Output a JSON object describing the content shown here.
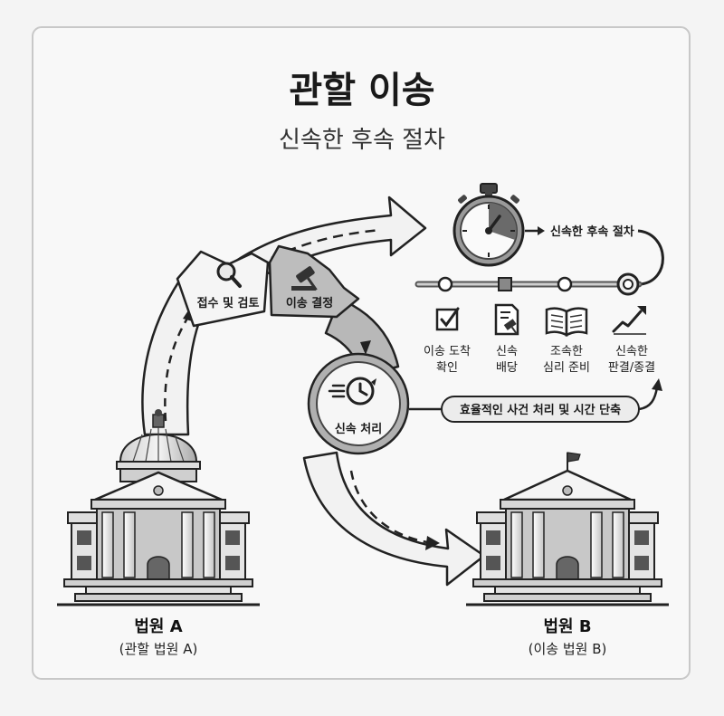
{
  "header": {
    "title": "관할 이송",
    "subtitle": "신속한 후속 절차"
  },
  "process": {
    "step_receipt": "접수 및 검토",
    "step_decision": "이송 결정",
    "step_fast": "신속 처리"
  },
  "timeline": {
    "label": "신속한 후속 절차",
    "steps": [
      {
        "line1": "이송 도착",
        "line2": "확인",
        "icon": "checkbox-icon"
      },
      {
        "line1": "신속",
        "line2": "배당",
        "icon": "document-gavel-icon"
      },
      {
        "line1": "조속한",
        "line2": "심리 준비",
        "icon": "open-book-icon"
      },
      {
        "line1": "신속한",
        "line2": "판결/종결",
        "icon": "trend-up-icon"
      }
    ],
    "efficiency_label": "효율적인 사건 처리 및 시간 단축"
  },
  "courts": {
    "a": {
      "name": "법원 A",
      "sub": "(관할 법원 A)"
    },
    "b": {
      "name": "법원 B",
      "sub": "(이송 법원 B)"
    }
  },
  "colors": {
    "background": "#f4f4f4",
    "panel": "#f8f8f8",
    "ink": "#1a1a1a",
    "arrow_fill": "#f2f2f2",
    "shade": "#b8b8b8"
  }
}
